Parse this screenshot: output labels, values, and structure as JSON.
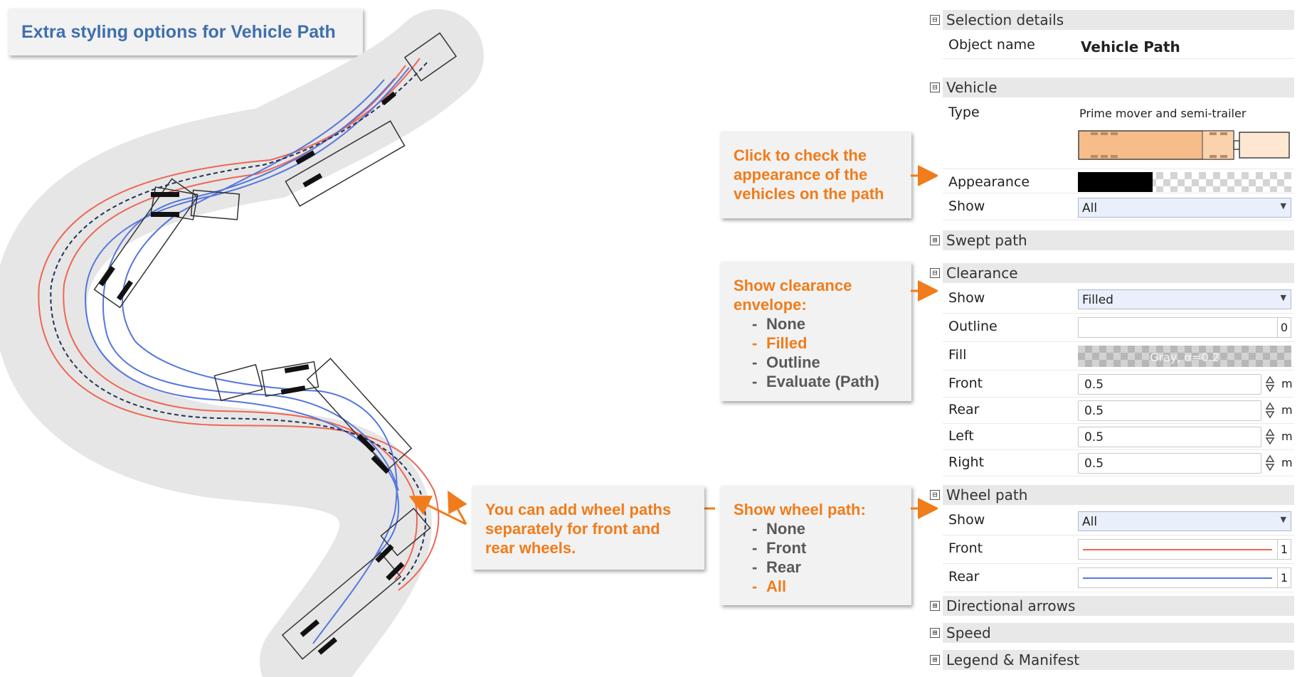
{
  "title": "Extra styling options for Vehicle Path",
  "callouts": {
    "appearance": {
      "text": "Click to check the appearance of the vehicles on the path"
    },
    "clearance": {
      "head": "Show clearance envelope:",
      "items": [
        "None",
        "Filled",
        "Outline",
        "Evaluate (Path)"
      ],
      "selected": "Filled"
    },
    "wheels_note": {
      "text": "You can add wheel paths separately for front and rear wheels."
    },
    "wheel_path": {
      "head": "Show wheel path:",
      "items": [
        "None",
        "Front",
        "Rear",
        "All"
      ],
      "selected": "All"
    }
  },
  "colors": {
    "orange": "#f07c1b",
    "blue_title": "#3f6fae",
    "front_path": "#ee6655",
    "rear_path": "#5577dd"
  },
  "grid": {
    "selection_details": {
      "label": "Selection details",
      "object_name_label": "Object name",
      "object_name": "Vehicle Path"
    },
    "vehicle": {
      "label": "Vehicle",
      "type_label": "Type",
      "type_value": "Prime mover and semi-trailer",
      "appearance_label": "Appearance",
      "show_label": "Show",
      "show_value": "All"
    },
    "swept_path": {
      "label": "Swept path"
    },
    "clearance": {
      "label": "Clearance",
      "show_label": "Show",
      "show_value": "Filled",
      "outline_label": "Outline",
      "outline_value": "0",
      "fill_label": "Fill",
      "fill_value": "Gray, α=0.2",
      "front_label": "Front",
      "front_value": "0.5",
      "rear_label": "Rear",
      "rear_value": "0.5",
      "left_label": "Left",
      "left_value": "0.5",
      "right_label": "Right",
      "right_value": "0.5",
      "unit": "m"
    },
    "wheel_path": {
      "label": "Wheel path",
      "show_label": "Show",
      "show_value": "All",
      "front_label": "Front",
      "front_value": "1",
      "rear_label": "Rear",
      "rear_value": "1"
    },
    "directional_arrows": {
      "label": "Directional arrows"
    },
    "speed": {
      "label": "Speed"
    },
    "legend": {
      "label": "Legend & Manifest"
    },
    "expanded_glyph": "⊟",
    "collapsed_glyph": "⊞"
  }
}
